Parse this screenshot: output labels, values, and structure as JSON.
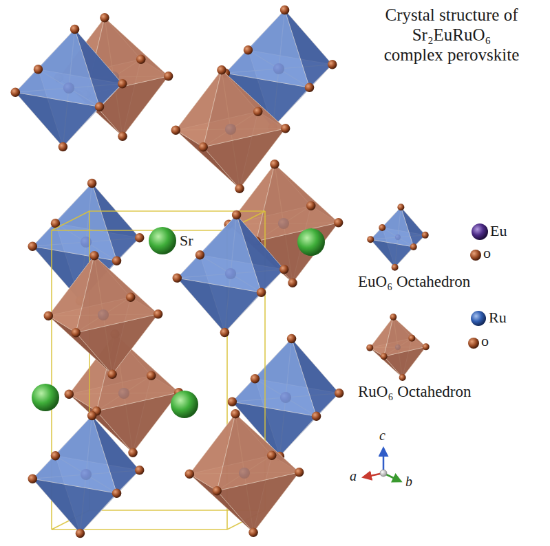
{
  "diagram": {
    "title": "Crystal structure of Sr₂EuRuO₆ complex perovskite",
    "labels": [
      "Sr",
      "Eu",
      "o",
      "Ru",
      "o",
      "c",
      "a",
      "b"
    ],
    "legend": [
      {
        "text": "EuO₆ Octahedron"
      },
      {
        "text": "RuO₆ Octahedron"
      }
    ]
  }
}
